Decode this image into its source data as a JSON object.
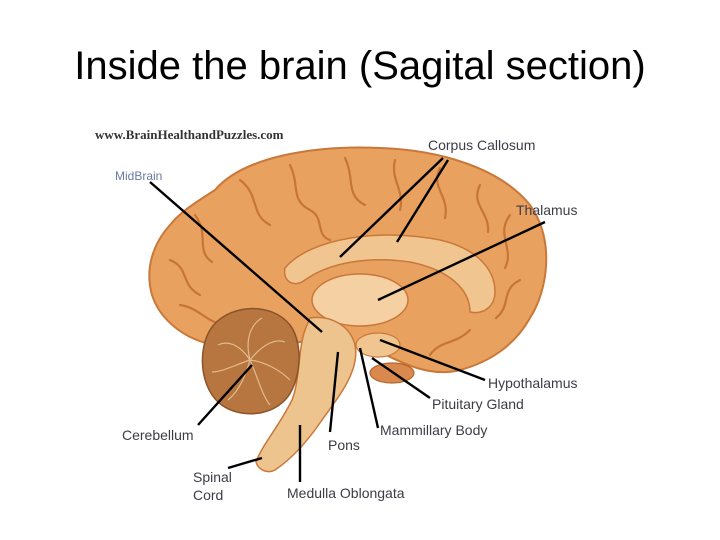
{
  "title": "Inside the brain (Sagital section)",
  "diagram": {
    "watermark": "www.BrainHealthandPuzzles.com",
    "labels": {
      "corpus_callosum": "Corpus Callosum",
      "midbrain": "MidBrain",
      "thalamus": "Thalamus",
      "hypothalamus": "Hypothalamus",
      "pituitary_gland": "Pituitary Gland",
      "mammillary_body": "Mammillary Body",
      "pons": "Pons",
      "cerebellum": "Cerebellum",
      "spinal_cord_line1": "Spinal",
      "spinal_cord_line2": "Cord",
      "medulla_oblongata": "Medulla Oblongata"
    },
    "colors": {
      "cortex": "#e8a15f",
      "cortex_shadow": "#c9783a",
      "corpus": "#f1c590",
      "thalamus": "#f5d0a3",
      "brainstem": "#eec48e",
      "cerebellum": "#b77540",
      "pointer": "#000000"
    }
  }
}
